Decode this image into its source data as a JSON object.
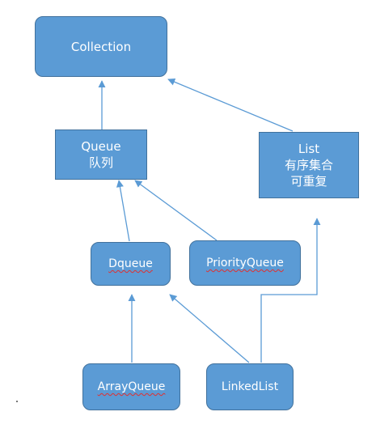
{
  "nodes": {
    "collection": {
      "label": "Collection"
    },
    "queue": {
      "label": "Queue",
      "sub": "队列"
    },
    "list": {
      "label": "List",
      "sub1": "有序集合",
      "sub2": "可重复"
    },
    "dqueue": {
      "label": "Dqueue"
    },
    "priority_queue": {
      "label": "PriorityQueue"
    },
    "array_queue": {
      "label": "ArrayQueue"
    },
    "linked_list": {
      "label": "LinkedList"
    }
  },
  "colors": {
    "node_fill": "#5b9bd5",
    "node_border": "#41719c",
    "arrow": "#5b9bd5",
    "spellcheck_underline": "#e03030"
  }
}
